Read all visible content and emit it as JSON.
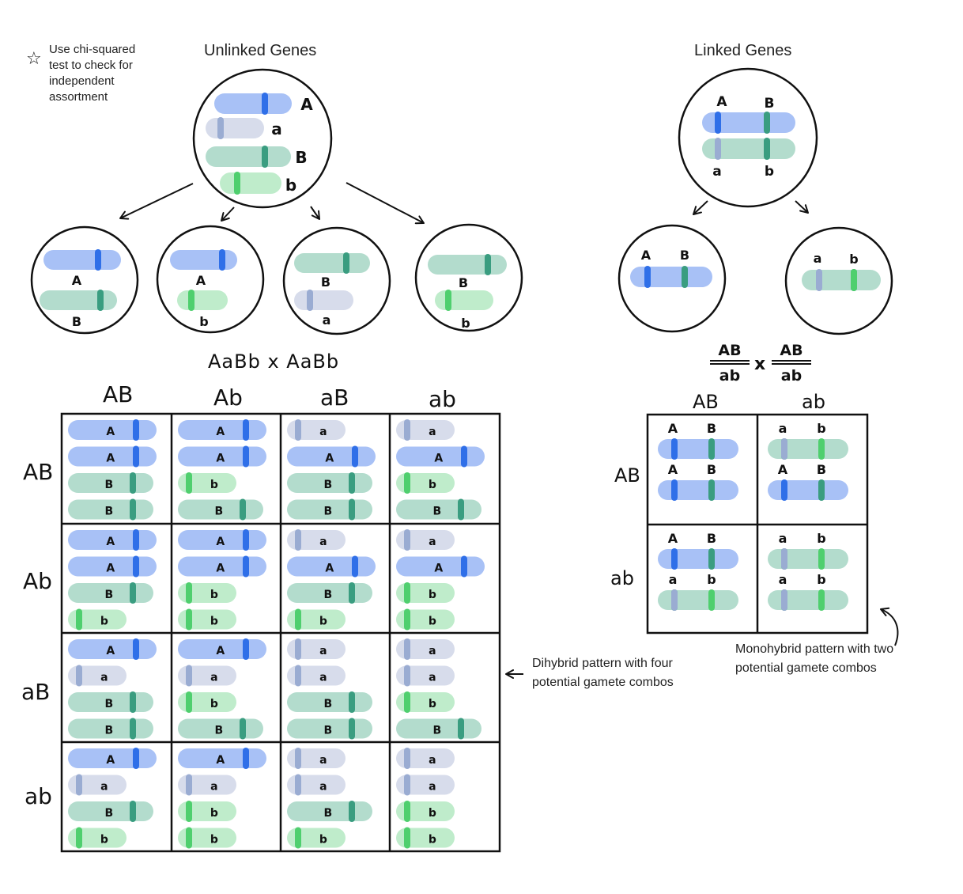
{
  "note": {
    "text": "Use chi-squared test to check for independent assortment"
  },
  "unlinked": {
    "title": "Unlinked Genes",
    "cross": "AaBb x AaBb",
    "columns": [
      "AB",
      "Ab",
      "aB",
      "ab"
    ],
    "rows": [
      "AB",
      "Ab",
      "aB",
      "ab"
    ],
    "caption": "Dihybrid pattern with four potential gamete combos"
  },
  "linked": {
    "title": "Linked Genes",
    "cross": {
      "num1": "AB",
      "den1": "ab",
      "x": "x",
      "num2": "AB",
      "den2": "ab"
    },
    "columns": [
      "AB",
      "ab"
    ],
    "rows": [
      "AB",
      "ab"
    ],
    "caption": "Monohybrid pattern with two potential gamete combos"
  },
  "colors": {
    "A_body": "#a8c1f6",
    "A_band": "#2f6fe8",
    "a_body": "#d7dceb",
    "a_band": "#9aacd2",
    "B_body": "#b3dccd",
    "B_band": "#3a9d80",
    "b_body": "#bfeccb",
    "b_band": "#4fcf6e"
  },
  "allele_labels": {
    "A": "A",
    "a": "a",
    "B": "B",
    "b": "b"
  }
}
